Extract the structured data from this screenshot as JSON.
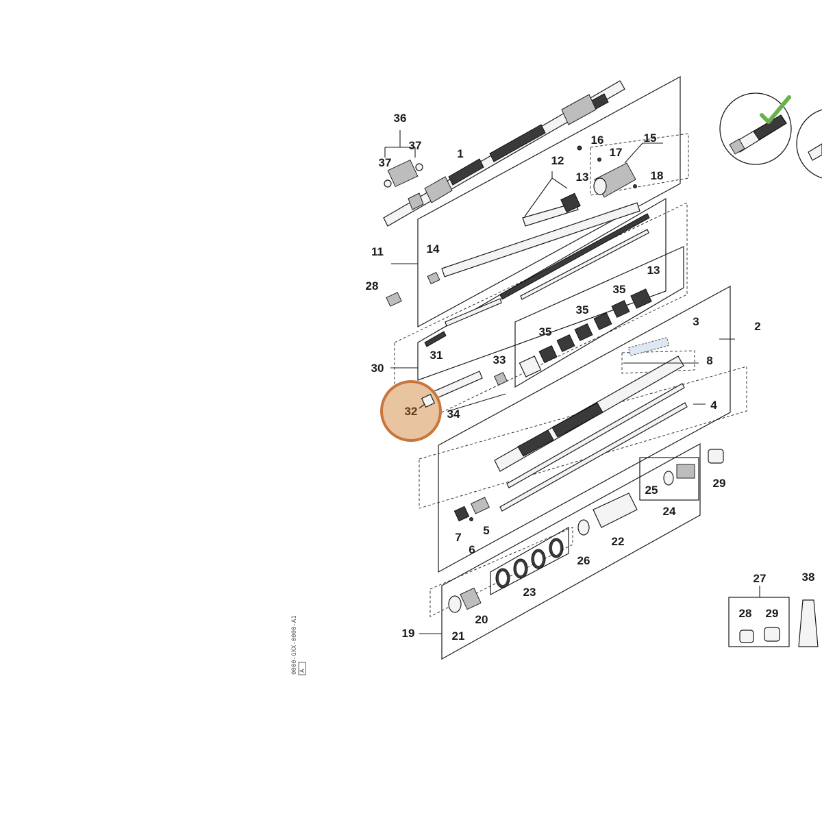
{
  "diagram": {
    "side_code": "0000-GXX-0000-A1",
    "side_tag": "A",
    "callouts": [
      {
        "id": "c1",
        "text": "1"
      },
      {
        "id": "c2",
        "text": "2"
      },
      {
        "id": "c3",
        "text": "3"
      },
      {
        "id": "c4",
        "text": "4"
      },
      {
        "id": "c5",
        "text": "5"
      },
      {
        "id": "c6",
        "text": "6"
      },
      {
        "id": "c7",
        "text": "7"
      },
      {
        "id": "c8",
        "text": "8"
      },
      {
        "id": "c11",
        "text": "11"
      },
      {
        "id": "c12",
        "text": "12"
      },
      {
        "id": "c13a",
        "text": "13"
      },
      {
        "id": "c13b",
        "text": "13"
      },
      {
        "id": "c14",
        "text": "14"
      },
      {
        "id": "c15",
        "text": "15"
      },
      {
        "id": "c16",
        "text": "16"
      },
      {
        "id": "c17",
        "text": "17"
      },
      {
        "id": "c18",
        "text": "18"
      },
      {
        "id": "c19",
        "text": "19"
      },
      {
        "id": "c20",
        "text": "20"
      },
      {
        "id": "c21",
        "text": "21"
      },
      {
        "id": "c22",
        "text": "22"
      },
      {
        "id": "c23",
        "text": "23"
      },
      {
        "id": "c24",
        "text": "24"
      },
      {
        "id": "c25",
        "text": "25"
      },
      {
        "id": "c26",
        "text": "26"
      },
      {
        "id": "c27",
        "text": "27"
      },
      {
        "id": "c28a",
        "text": "28"
      },
      {
        "id": "c28b",
        "text": "28"
      },
      {
        "id": "c29a",
        "text": "29"
      },
      {
        "id": "c29b",
        "text": "29"
      },
      {
        "id": "c30",
        "text": "30"
      },
      {
        "id": "c31",
        "text": "31"
      },
      {
        "id": "c33",
        "text": "33"
      },
      {
        "id": "c34",
        "text": "34"
      },
      {
        "id": "c35a",
        "text": "35"
      },
      {
        "id": "c35b",
        "text": "35"
      },
      {
        "id": "c35c",
        "text": "35"
      },
      {
        "id": "c36",
        "text": "36"
      },
      {
        "id": "c37a",
        "text": "37"
      },
      {
        "id": "c37b",
        "text": "37"
      },
      {
        "id": "c38",
        "text": "38"
      }
    ],
    "highlight": {
      "text": "32",
      "fill": "#e8c4a0",
      "stroke": "#c8763a"
    },
    "check_color": "#6ab04c"
  }
}
